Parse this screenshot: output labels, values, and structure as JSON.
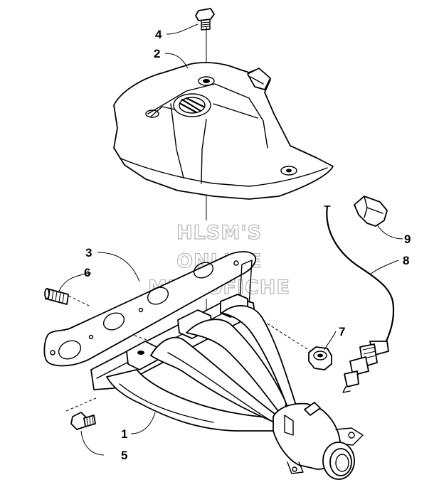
{
  "watermark": {
    "line1": "HLSM'S",
    "line2": "ONLINE",
    "line3": "MICROFICHE",
    "color": "#b9b9b9"
  },
  "callouts": [
    {
      "id": "c1",
      "label": "1"
    },
    {
      "id": "c2",
      "label": "2"
    },
    {
      "id": "c3",
      "label": "3"
    },
    {
      "id": "c4",
      "label": "4"
    },
    {
      "id": "c5",
      "label": "5"
    },
    {
      "id": "c6",
      "label": "6"
    },
    {
      "id": "c7",
      "label": "7"
    },
    {
      "id": "c8",
      "label": "8"
    },
    {
      "id": "c9",
      "label": "9"
    }
  ],
  "parts": [
    {
      "name": "exhaust-manifold",
      "icon": "manifold-icon"
    },
    {
      "name": "heat-shield",
      "icon": "shield-icon"
    },
    {
      "name": "manifold-gasket",
      "icon": "gasket-icon"
    },
    {
      "name": "shield-bolt",
      "icon": "bolt-icon"
    },
    {
      "name": "sensor-bolt",
      "icon": "bolt-icon"
    },
    {
      "name": "manifold-stud",
      "icon": "stud-icon"
    },
    {
      "name": "manifold-nut",
      "icon": "nut-icon"
    },
    {
      "name": "oxygen-sensor",
      "icon": "sensor-icon"
    },
    {
      "name": "sensor-clip",
      "icon": "clip-icon"
    }
  ]
}
